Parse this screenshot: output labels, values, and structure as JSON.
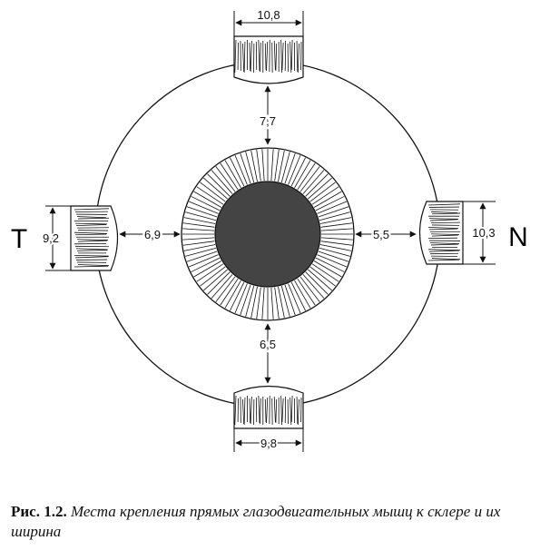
{
  "diagram": {
    "side_labels": {
      "temporal": "T",
      "nasal": "N"
    },
    "muscle_widths": {
      "top": "10,8",
      "bottom": "9,8",
      "left": "9,2",
      "right": "10,3"
    },
    "limbus_distances": {
      "top": "7,7",
      "bottom": "6,5",
      "left": "6,9",
      "right": "5,5"
    },
    "colors": {
      "line": "#111111",
      "pupil": "#444444",
      "background": "#ffffff"
    }
  },
  "caption": {
    "label": "Рис. 1.2.",
    "text": " Места крепления прямых глазодвигательных мышц к склере и их ширина"
  }
}
